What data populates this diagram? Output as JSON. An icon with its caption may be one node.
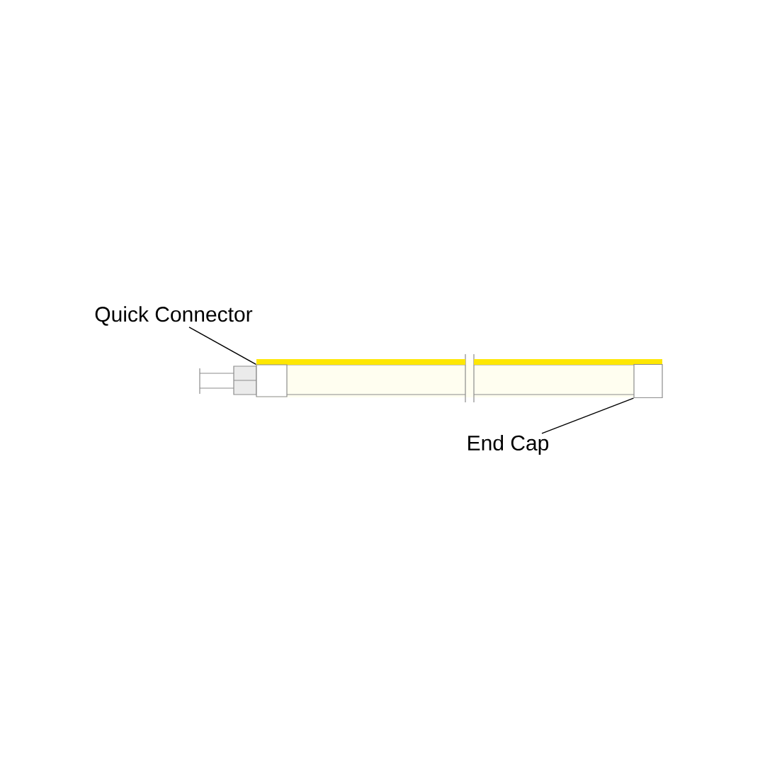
{
  "diagram": {
    "nodes": [
      {
        "text": [
          "Quick Connector"
        ]
      },
      {
        "text": [],
        "shape": "box"
      },
      {
        "text": [
          "End Cap"
        ]
      },
      {
        "text": [],
        "shape": "box"
      }
    ],
    "edges": [
      {
        "from": 0,
        "to": 1,
        "arrow": "none"
      },
      {
        "from": 2,
        "to": 3,
        "arrow": "none"
      }
    ]
  }
}
